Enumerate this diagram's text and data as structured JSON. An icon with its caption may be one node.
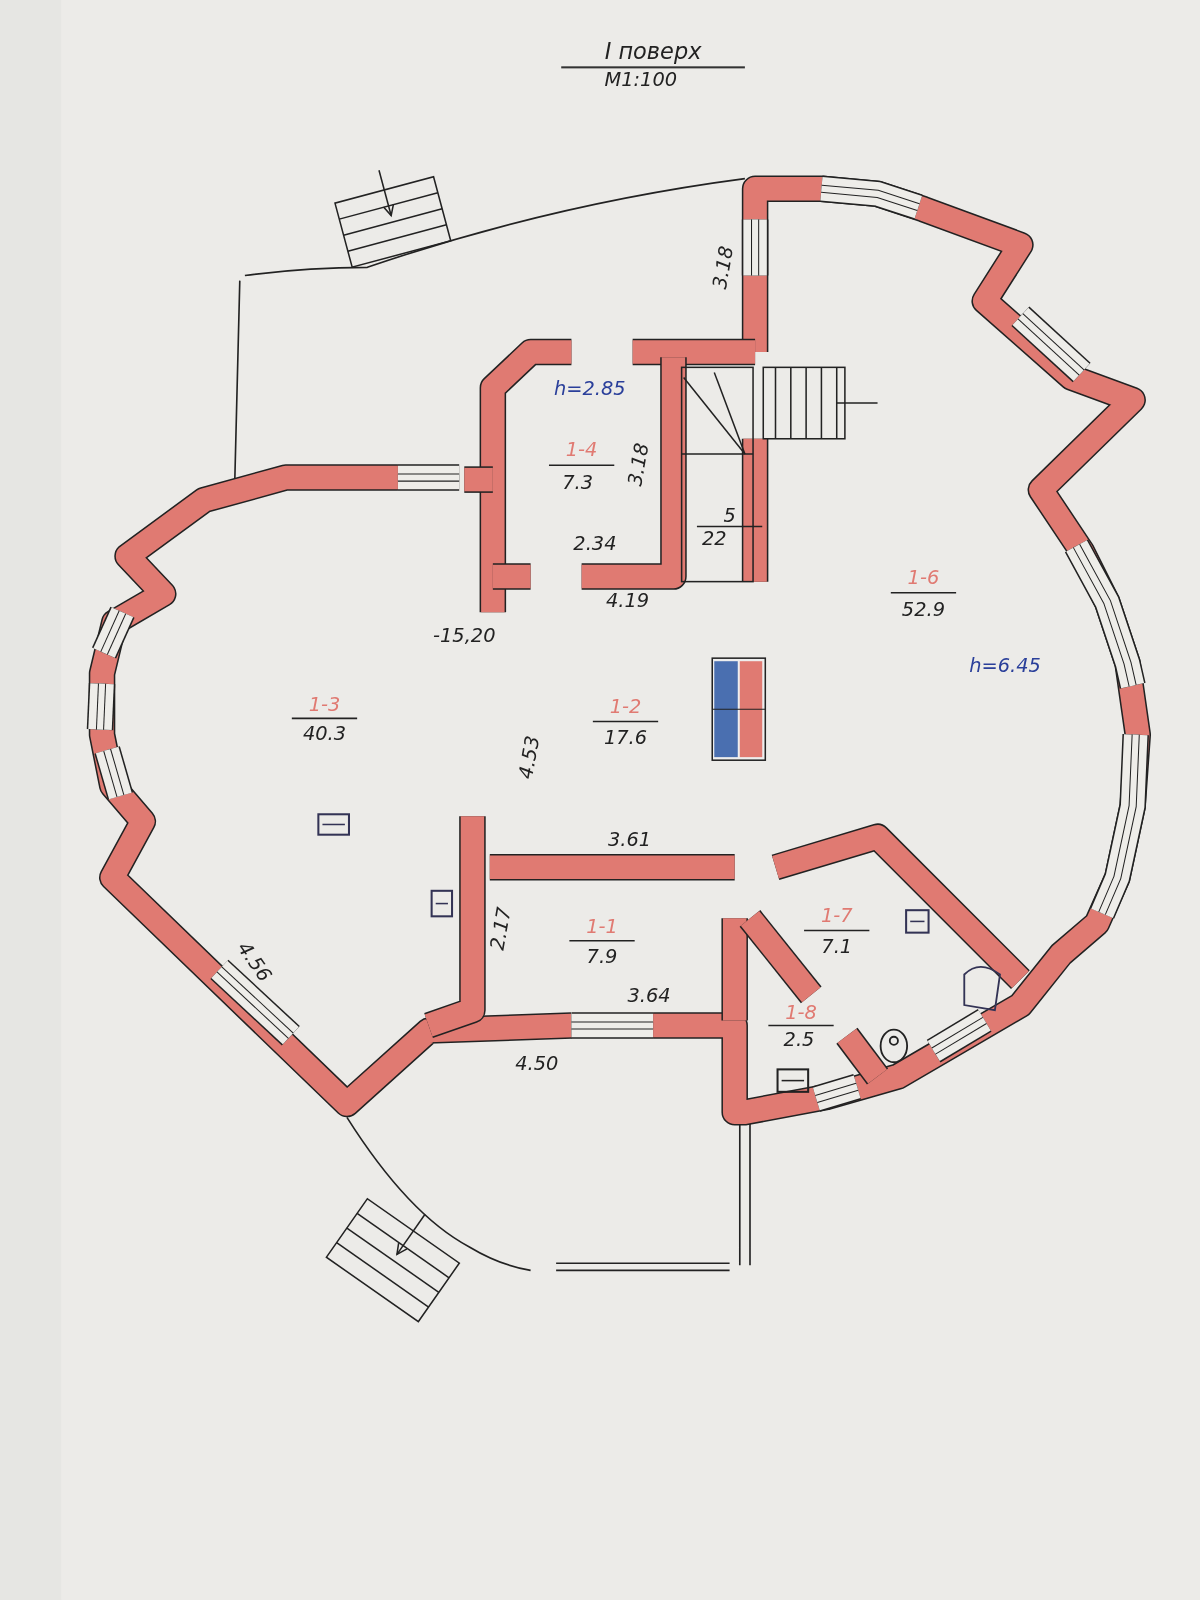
{
  "diagram": {
    "title": "I поверх",
    "labels": [
      "М1:100",
      "3.18",
      "h=2.85",
      "1-4",
      "7.3",
      "3.18",
      "5",
      "22",
      "2.34",
      "4.19",
      "-15,20",
      "1-6",
      "52.9",
      "h=6.45",
      "1-3",
      "40.3",
      "1-2",
      "17.6",
      "4.53",
      "3.61",
      "2.17",
      "1-1",
      "7.9",
      "1-7",
      "7.1",
      "3.64",
      "4.56",
      "1-8",
      "2.5",
      "4.50"
    ]
  }
}
